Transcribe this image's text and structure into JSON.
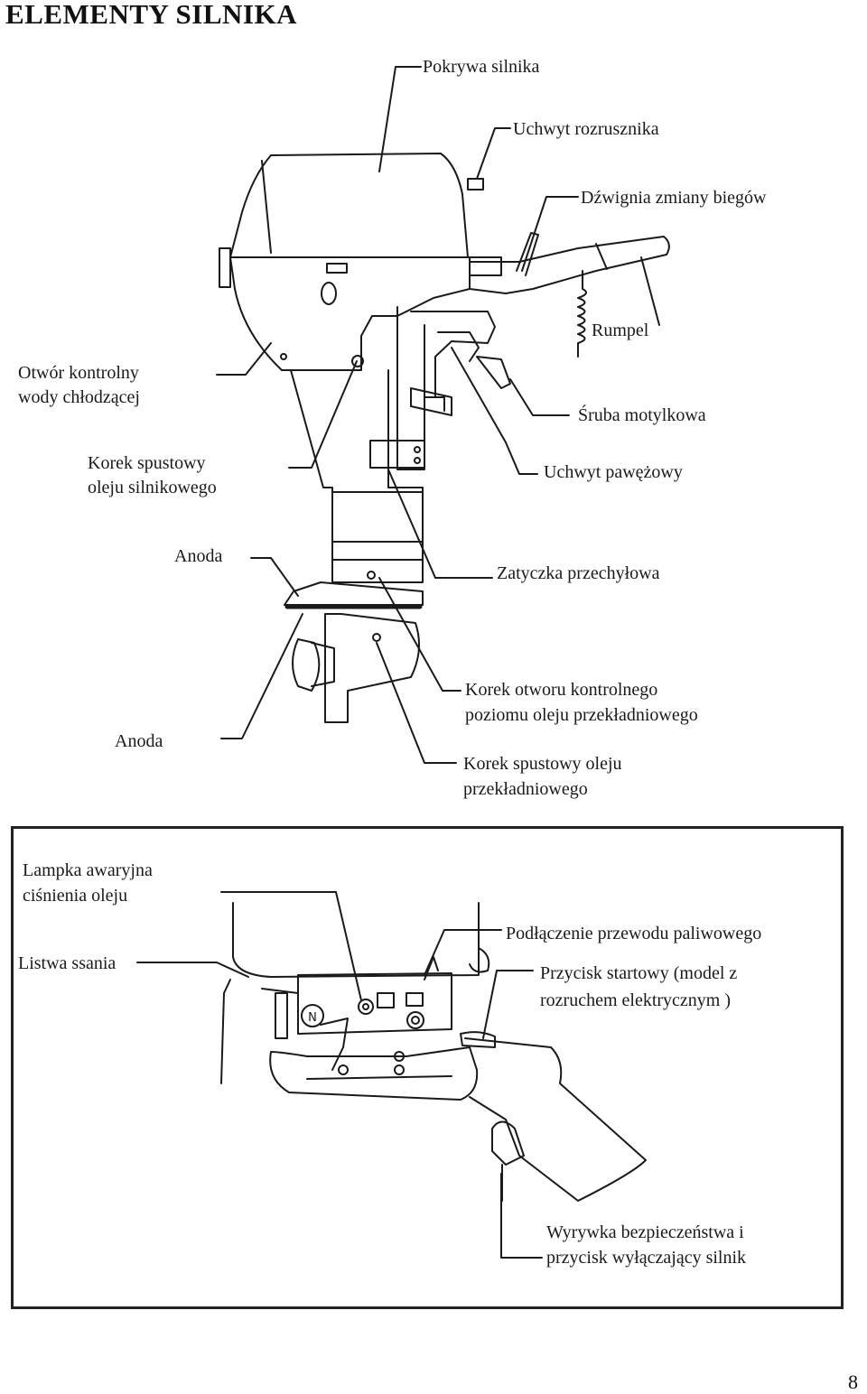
{
  "page": {
    "title": "ELEMENTY SILNIKA",
    "number": "8"
  },
  "figure_main": {
    "labels": {
      "engine_cover": "Pokrywa silnika",
      "starter_handle": "Uchwyt rozrusznika",
      "gear_shift_lever": "Dźwignia zmiany biegów",
      "tiller": "Rumpel",
      "cooling_water_check_hole_l1": "Otwór kontrolny",
      "cooling_water_check_hole_l2": "wody chłodzącej",
      "thumb_screw": "Śruba motylkowa",
      "oil_drain_plug_l1": "Korek spustowy",
      "oil_drain_plug_l2": "oleju silnikowego",
      "transom_bracket": "Uchwyt pawężowy",
      "anode_upper": "Anoda",
      "tilt_stopper": "Zatyczka przechyłowa",
      "gear_oil_level_plug_l1": "Korek otworu kontrolnego",
      "gear_oil_level_plug_l2": "poziomu oleju przekładniowego",
      "anode_lower": "Anoda",
      "gear_oil_drain_plug_l1": "Korek spustowy oleju",
      "gear_oil_drain_plug_l2": "przekładniowego"
    }
  },
  "figure_inset": {
    "labels": {
      "oil_pressure_lamp_l1": "Lampka awaryjna",
      "oil_pressure_lamp_l2": "ciśnienia oleju",
      "choke_knob": "Listwa ssania",
      "fuel_line_connector": "Podłączenie przewodu paliwowego",
      "start_button_l1": "Przycisk startowy (model z",
      "start_button_l2": "rozruchem elektrycznym  )",
      "emergency_stop_l1": "Wyrywka bezpieczeństwa i",
      "emergency_stop_l2": "przycisk wyłączający silnik"
    },
    "neutral_marker": "N"
  }
}
